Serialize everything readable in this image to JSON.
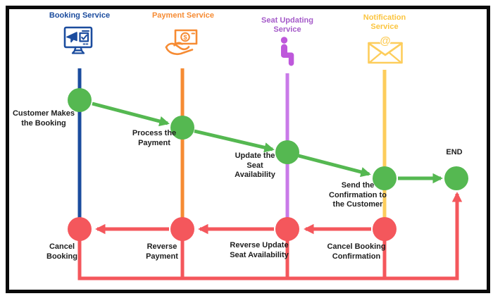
{
  "colors": {
    "booking_blue": "#1B4C9E",
    "payment_orange": "#F68B33",
    "seat_purple_title": "#A55BC9",
    "seat_purple_icon": "#BE58DB",
    "seat_purple_line": "#C97AE8",
    "notification_yellow": "#FBC540",
    "notification_yellow_line": "#FDCD5C",
    "success_green": "#55B851",
    "compensation_red": "#F4575C",
    "label_ink": "#1E1E1E",
    "frame_black": "#0A0A0A"
  },
  "services": [
    {
      "title": "Booking Service",
      "lines": [
        "Booking Service"
      ],
      "icon": "flight-booking-monitor-icon"
    },
    {
      "title": "Payment Service",
      "lines": [
        "Payment Service"
      ],
      "icon": "hand-money-icon"
    },
    {
      "title": "Seat Updating Service",
      "lines": [
        "Seat Updating",
        "Service"
      ],
      "icon": "seat-person-icon"
    },
    {
      "title": "Notification Service",
      "lines": [
        "Notification",
        "Service"
      ],
      "icon": "email-at-icon"
    }
  ],
  "success_steps": [
    {
      "label": "Customer Makes the Booking",
      "lines": [
        "Customer Makes",
        "the Booking"
      ],
      "service": "Booking Service"
    },
    {
      "label": "Process the Payment",
      "lines": [
        "Process the",
        "Payment"
      ],
      "service": "Payment Service"
    },
    {
      "label": "Update the Seat Availability",
      "lines": [
        "Update the",
        "Seat",
        "Availability"
      ],
      "service": "Seat Updating Service"
    },
    {
      "label": "Send the Confirmation to the Customer",
      "lines": [
        "Send the",
        "Confirmation to",
        "the Customer"
      ],
      "service": "Notification Service"
    }
  ],
  "end_label": "END",
  "compensation_steps": [
    {
      "label": "Cancel Booking",
      "lines": [
        "Cancel",
        "Booking"
      ],
      "service": "Booking Service"
    },
    {
      "label": "Reverse Payment",
      "lines": [
        "Reverse",
        "Payment"
      ],
      "service": "Payment Service"
    },
    {
      "label": "Reverse Update Seat Availability",
      "lines": [
        "Reverse Update",
        "Seat Availability"
      ],
      "service": "Seat Updating Service"
    },
    {
      "label": "Cancel Booking Confirmation",
      "lines": [
        "Cancel Booking",
        "Confirmation"
      ],
      "service": "Notification Service"
    }
  ],
  "success_flow": [
    "Customer Makes the Booking",
    "Process the Payment",
    "Update the Seat Availability",
    "Send the Confirmation to the Customer",
    "END"
  ],
  "compensation_flow": [
    "Cancel Booking Confirmation",
    "Reverse Update Seat Availability",
    "Reverse Payment",
    "Cancel Booking"
  ],
  "icons": {
    "dollar_glyph": "$",
    "at_glyph": "@"
  }
}
